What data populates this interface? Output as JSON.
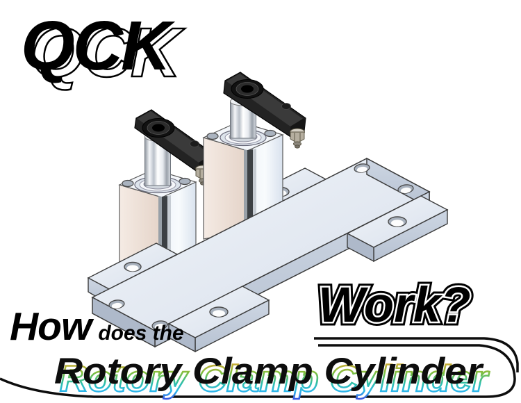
{
  "branding": {
    "logo_text": "QCK"
  },
  "headline": {
    "lead_word": "How",
    "lead_subtext": "does the",
    "subject": "Rotory Clamp Cylinder",
    "question_word": "Work?"
  },
  "illustration": {
    "parts": [
      "rotary-clamp-cylinder-left",
      "rotary-clamp-cylinder-right",
      "mounting-plate"
    ]
  },
  "colors": {
    "text_black": "#0d0d0d",
    "plate_light": "#e7edf5",
    "plate_shade": "#c3cddc",
    "clamp_arm_black": "#232323",
    "outline_orange": "#f29e2e",
    "outline_green": "#7fbf3f",
    "outline_teal": "#2fbfa8",
    "outline_cyan": "#2db8ea",
    "outline_blue": "#3a4fe0"
  }
}
